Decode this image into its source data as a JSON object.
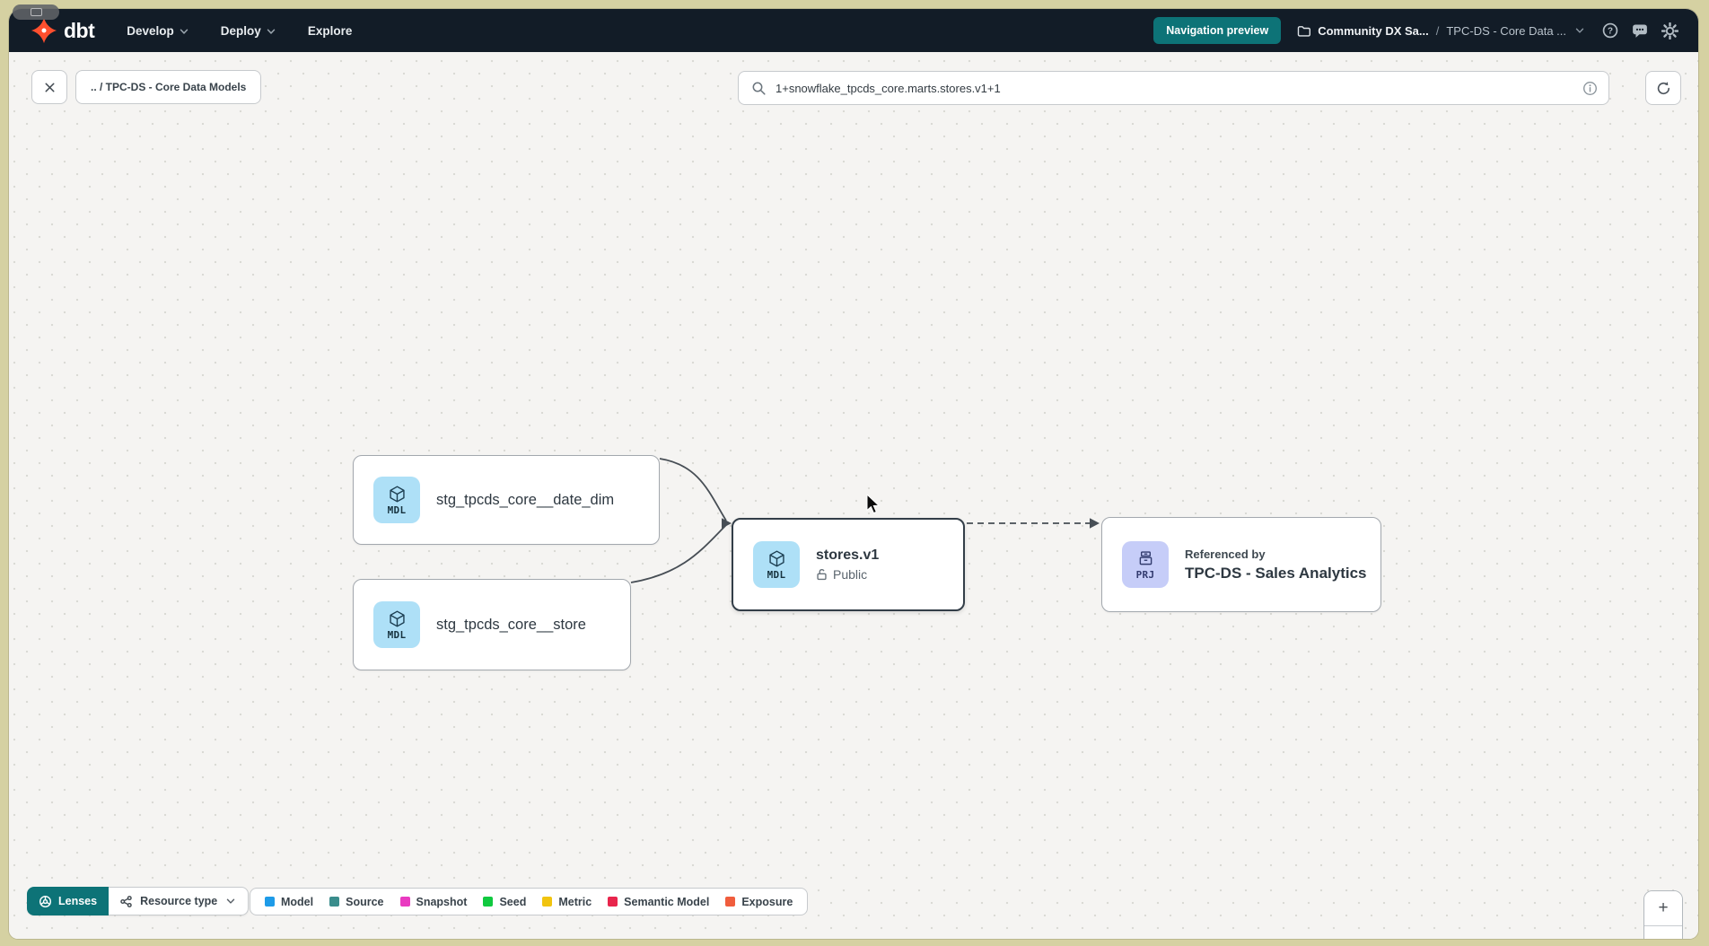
{
  "navbar": {
    "logo_text": "dbt",
    "items": [
      {
        "label": "Develop"
      },
      {
        "label": "Deploy"
      },
      {
        "label": "Explore"
      }
    ],
    "navigation_preview_button": "Navigation preview",
    "account_breadcrumb": "Community DX Sa...",
    "breadcrumb_separator": "/",
    "project_breadcrumb": "TPC-DS - Core Data ...",
    "help_glyph": "?"
  },
  "toolbar": {
    "path_chip": ".. / TPC-DS - Core Data Models",
    "search_value": "1+snowflake_tpcds_core.marts.stores.v1+1"
  },
  "graph": {
    "nodes": {
      "date_dim": {
        "badge": "MDL",
        "label": "stg_tpcds_core__date_dim"
      },
      "store": {
        "badge": "MDL",
        "label": "stg_tpcds_core__store"
      },
      "stores_v1": {
        "badge": "MDL",
        "title": "stores.v1",
        "access": "Public"
      },
      "sales_analytics": {
        "badge": "PRJ",
        "kicker": "Referenced by",
        "label": "TPC-DS - Sales Analytics"
      }
    }
  },
  "footer": {
    "lenses_label": "Lenses",
    "resource_type_label": "Resource type",
    "legend": [
      {
        "label": "Model",
        "color": "#1e9be8"
      },
      {
        "label": "Source",
        "color": "#3a8d8c"
      },
      {
        "label": "Snapshot",
        "color": "#e93ac0"
      },
      {
        "label": "Seed",
        "color": "#10c93f"
      },
      {
        "label": "Metric",
        "color": "#f1c40f"
      },
      {
        "label": "Semantic Model",
        "color": "#e8254c"
      },
      {
        "label": "Exposure",
        "color": "#f05d3d"
      }
    ]
  },
  "zoom_controls": {
    "zoom_in": "+",
    "zoom_out": "−"
  },
  "colors": {
    "accent_teal": "#0d7377",
    "brand_orange": "#ff4f2e",
    "model_chip": "#aee0f7",
    "project_chip": "#c6cdf8",
    "nav_bg": "#121c27"
  }
}
